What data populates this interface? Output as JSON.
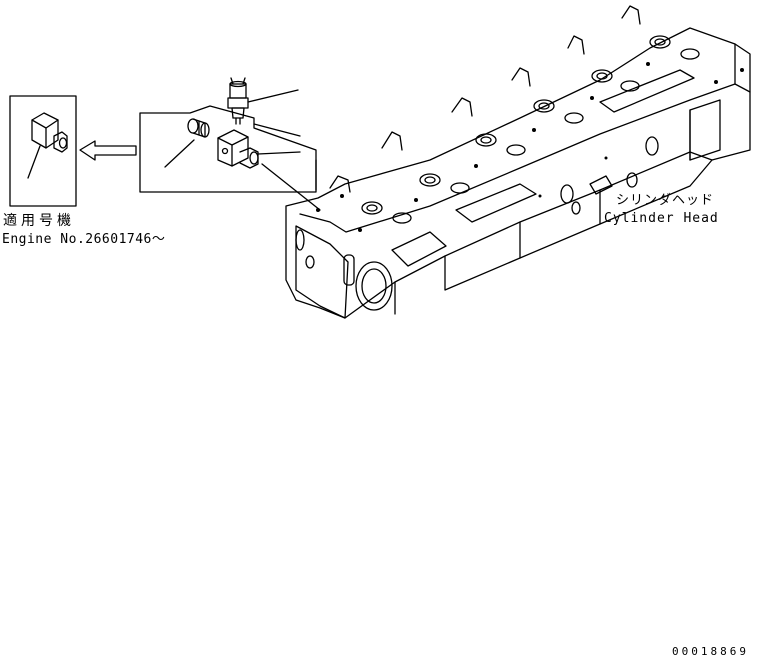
{
  "labels": {
    "applicable_jp": "適用号機",
    "engine_serial": "Engine No.26601746～",
    "cylinder_head_jp": "シリンダヘッド",
    "cylinder_head_en": "Cylinder Head",
    "drawing_ref": "00018869"
  },
  "colors": {
    "line": "#000000",
    "background": "#ffffff"
  }
}
